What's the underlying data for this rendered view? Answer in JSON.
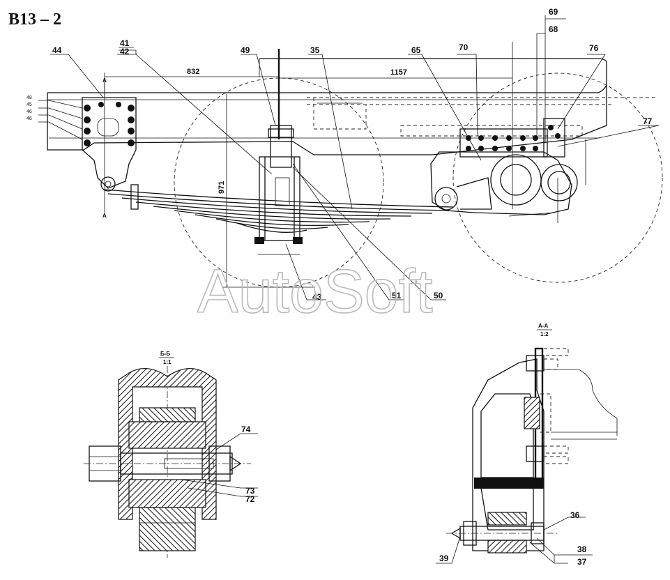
{
  "sheet": {
    "title": "B13 – 2"
  },
  "watermark": "AutoSoft",
  "callouts": {
    "c44": "44",
    "c41": "41",
    "c42": "42",
    "c49": "49",
    "c35": "35",
    "c65": "65",
    "c70": "70",
    "c69": "69",
    "c68": "68",
    "c76": "76",
    "c77": "77",
    "c48": "48",
    "c45": "45",
    "c46": "46",
    "c47": "46",
    "c43": "43",
    "c51": "51",
    "c50": "50",
    "c74": "74",
    "c73": "73",
    "c72": "72",
    "c36": "36",
    "c38": "38",
    "c37": "37",
    "c39": "39"
  },
  "dimensions": {
    "d832": "832",
    "d1157": "1157",
    "d971": "971",
    "sec_a_top": "A",
    "sec_a_bottom": "A"
  },
  "sections": {
    "bb_title": "Б-Б",
    "bb_scale": "1:1",
    "aa_title": "A-A",
    "aa_scale": "1:2"
  },
  "colors": {
    "line": "#111111",
    "watermark": "#b9b9b9",
    "background": "#ffffff"
  }
}
